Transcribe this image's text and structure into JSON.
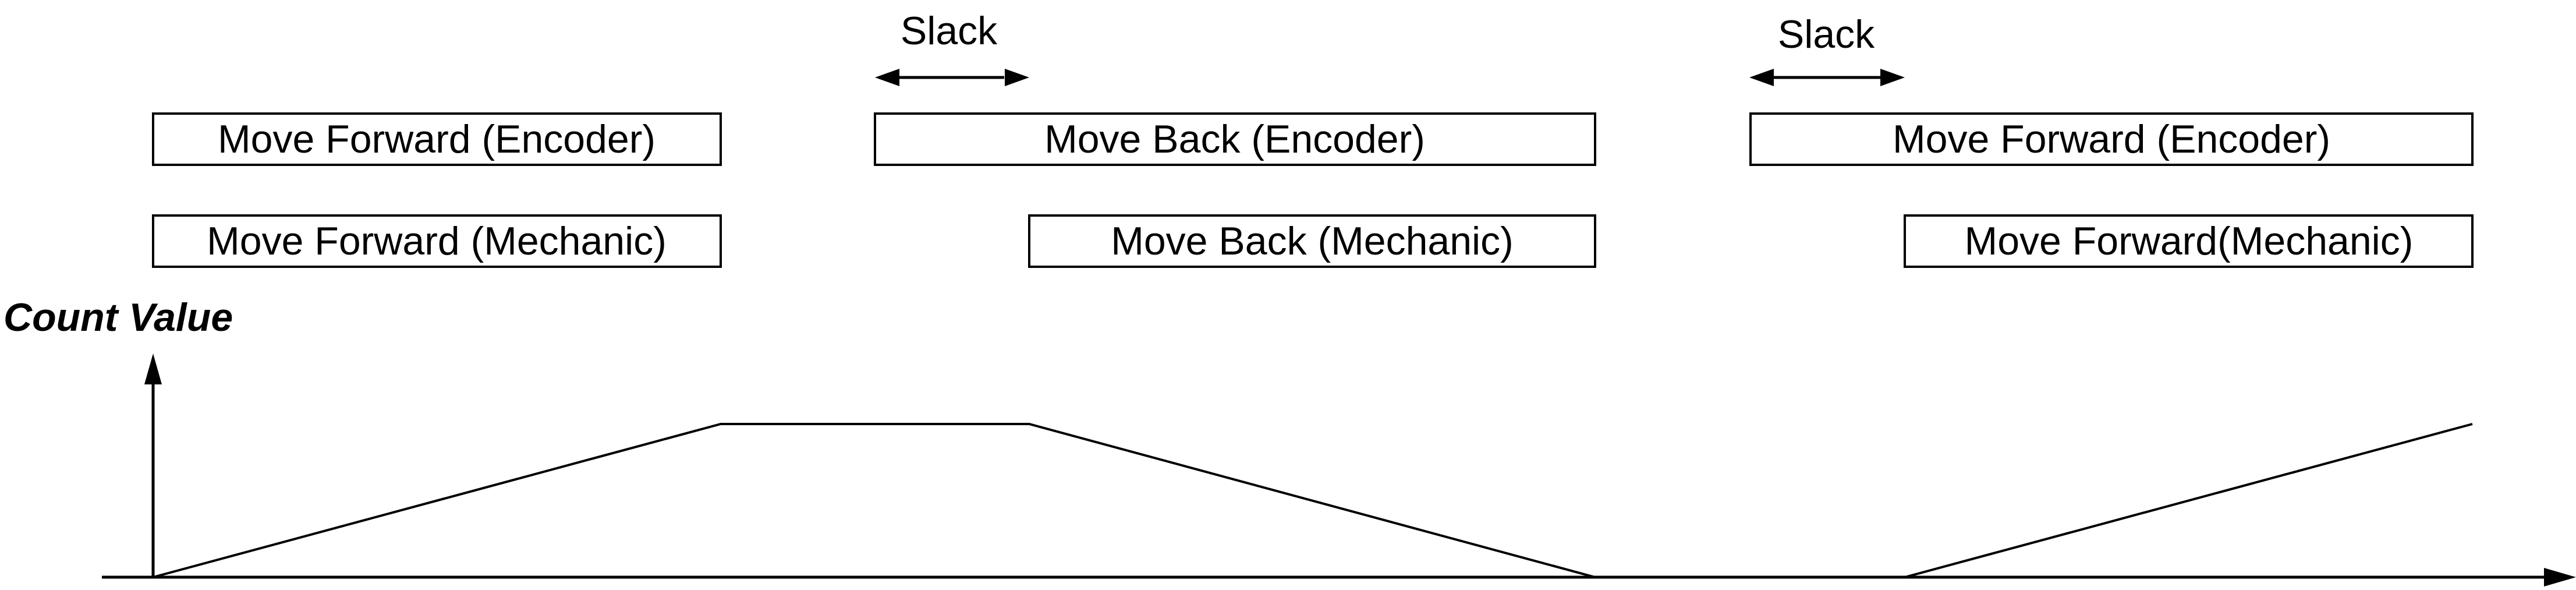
{
  "axis": {
    "y_label": "Count Value"
  },
  "slack_labels": [
    "Slack",
    "Slack"
  ],
  "encoder_boxes": [
    "Move Forward (Encoder)",
    "Move Back (Encoder)",
    "Move Forward (Encoder)"
  ],
  "mechanic_boxes": [
    "Move Forward (Mechanic)",
    "Move Back (Mechanic)",
    "Move Forward(Mechanic)"
  ],
  "count_profile": [
    "rise",
    "hold (slack)",
    "fall",
    "hold (slack)",
    "rise"
  ]
}
